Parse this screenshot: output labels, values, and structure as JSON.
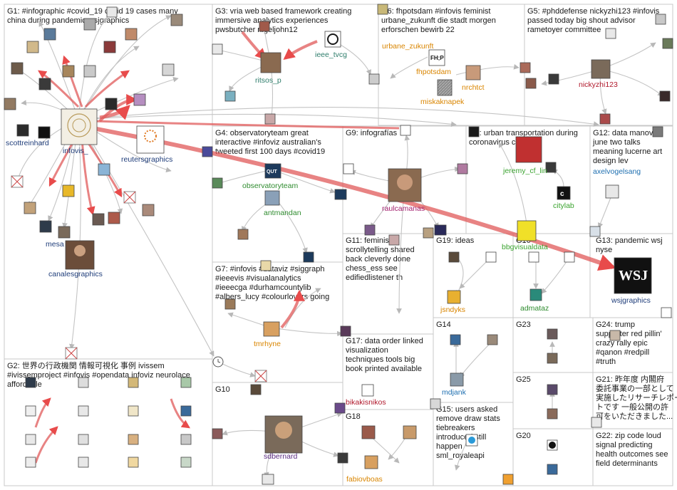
{
  "groups": [
    {
      "id": "G1",
      "label": [
        "G1: #infographic #covid_19 covid 19 cases many",
        "china during pandemic wsjgraphics"
      ]
    },
    {
      "id": "G2",
      "label": [
        "G2: 世界の行政機関 情報可視化 事例 ivissem",
        "#ivissemproject #infovis #opendata infoviz neurolace",
        "affordable"
      ]
    },
    {
      "id": "G3",
      "label": [
        "G3: vria web based framework creating",
        "immersive analytics experiences",
        "pwsbutcher nigeljohn12"
      ]
    },
    {
      "id": "G4",
      "label": [
        "G4: observatoryteam great",
        "interactive #infoviz australian's",
        "tweeted first 100 days #covid19"
      ]
    },
    {
      "id": "G5",
      "label": [
        "G5: #phddefense nickyzhi123 #infovis",
        "passed today big shout advisor",
        "rametoyer committee"
      ]
    },
    {
      "id": "G6",
      "label": [
        "G6: fhpotsdam #infovis feminist",
        "urbane_zukunft die stadt morgen",
        "erforschen bewirb 22"
      ]
    },
    {
      "id": "G7",
      "label": [
        "G7: #infovis #dataviz #siggraph",
        "#ieeevis #visualanalytics",
        "#ieeecga #durhamcountylib",
        "#albers_lucy #colourlovers going"
      ]
    },
    {
      "id": "G8",
      "label": [
        "G8: urban transportation during",
        "coronavirus citylab"
      ]
    },
    {
      "id": "G9",
      "label": [
        "G9: infografías"
      ]
    },
    {
      "id": "G10",
      "label": [
        "G10"
      ]
    },
    {
      "id": "G11",
      "label": [
        "G11: feminist",
        "scrollytelling shared",
        "back cleverly done",
        "chess_ess see",
        "edifiedlistener th"
      ]
    },
    {
      "id": "G12",
      "label": [
        "G12: data manovich",
        "june two talks",
        "meaning lucerne art",
        "design lev"
      ]
    },
    {
      "id": "G13",
      "label": [
        "G13: pandemic wsj",
        "nyse"
      ]
    },
    {
      "id": "G14",
      "label": [
        "G14"
      ]
    },
    {
      "id": "G15",
      "label": [
        "G15: users asked",
        "remove draw stats",
        "tiebreakers",
        "introduced still",
        "happen",
        "sml_royaleapi"
      ]
    },
    {
      "id": "G16",
      "label": [
        "G16"
      ]
    },
    {
      "id": "G17",
      "label": [
        "G17: data order linked",
        "visualization",
        "techniques tools big",
        "book printed available"
      ]
    },
    {
      "id": "G18",
      "label": [
        "G18"
      ]
    },
    {
      "id": "G19",
      "label": [
        "G19: ideas"
      ]
    },
    {
      "id": "G20",
      "label": [
        "G20"
      ]
    },
    {
      "id": "G21",
      "label": [
        "G21: 昨年度 内閣府",
        "委託事業の一部として",
        "実施したリサーチレポー",
        "トです 一般公開の許",
        "可をいただきました..."
      ]
    },
    {
      "id": "G22",
      "label": [
        "G22: zip code loud",
        "signal predicting",
        "health outcomes see",
        "field determinants"
      ]
    },
    {
      "id": "G23",
      "label": [
        "G23"
      ]
    },
    {
      "id": "G24",
      "label": [
        "G24: trump",
        "supporter red pillin'",
        "crazy rally epic",
        "#qanon #redpill",
        "#truth"
      ]
    },
    {
      "id": "G25",
      "label": [
        "G25"
      ]
    }
  ],
  "nodes": [
    {
      "id": "infovis_",
      "label": "infovis_",
      "color": "#1f3d7a"
    },
    {
      "id": "reutersgraphics",
      "label": "reutersgraphics",
      "color": "#1f3d7a"
    },
    {
      "id": "scottreinhard",
      "label": "scottreinhard",
      "color": "#1f3d7a"
    },
    {
      "id": "mesa",
      "label": "mesa",
      "color": "#1f3d7a"
    },
    {
      "id": "canalesgraphics",
      "label": "canalesgraphics",
      "color": "#1f3d7a"
    },
    {
      "id": "ritsos_p",
      "label": "ritsos_p",
      "color": "#2e7d6b"
    },
    {
      "id": "ieee_tvcg",
      "label": "ieee_tvcg",
      "color": "#2e7d6b"
    },
    {
      "id": "observatoryteam",
      "label": "observatoryteam",
      "color": "#2e8b2e"
    },
    {
      "id": "antmandan",
      "label": "antmandan",
      "color": "#2e8b2e"
    },
    {
      "id": "urbane_zukunft",
      "label": "urbane_zukunft",
      "color": "#d98500"
    },
    {
      "id": "fhpotsdam",
      "label": "fhpotsdam",
      "color": "#d98500"
    },
    {
      "id": "nrchtct",
      "label": "nrchtct",
      "color": "#d98500"
    },
    {
      "id": "miskaknapek",
      "label": "miskaknapek",
      "color": "#d98500"
    },
    {
      "id": "nickyzhi123",
      "label": "nickyzhi123",
      "color": "#b0182b"
    },
    {
      "id": "raulcamanas",
      "label": "raulcamanas",
      "color": "#a3206f"
    },
    {
      "id": "jeremy_cf_lin",
      "label": "jeremy_cf_lin",
      "color": "#3aa32f"
    },
    {
      "id": "citylab",
      "label": "citylab",
      "color": "#3aa32f"
    },
    {
      "id": "axelvogelsang",
      "label": "axelvogelsang",
      "color": "#1e6fb0"
    },
    {
      "id": "tmrhyne",
      "label": "tmrhyne",
      "color": "#d98500"
    },
    {
      "id": "bbgvisualdata",
      "label": "bbgvisualdata",
      "color": "#3aa32f"
    },
    {
      "id": "wsjgraphics",
      "label": "wsjgraphics",
      "color": "#1f3d7a"
    },
    {
      "id": "jsndyks",
      "label": "jsndyks",
      "color": "#d98500"
    },
    {
      "id": "admataz",
      "label": "admataz",
      "color": "#2e8b2e"
    },
    {
      "id": "bikakisnikos",
      "label": "bikakisnikos",
      "color": "#b0182b"
    },
    {
      "id": "mdjank",
      "label": "mdjank",
      "color": "#1e6fb0"
    },
    {
      "id": "sml_royaleapi",
      "label": "sml_royaleapi",
      "color": "#1a1a1a"
    },
    {
      "id": "sdbernard",
      "label": "sdbernard",
      "color": "#5a2b82"
    },
    {
      "id": "fabiovboas",
      "label": "fabiovboas",
      "color": "#d98500"
    }
  ]
}
